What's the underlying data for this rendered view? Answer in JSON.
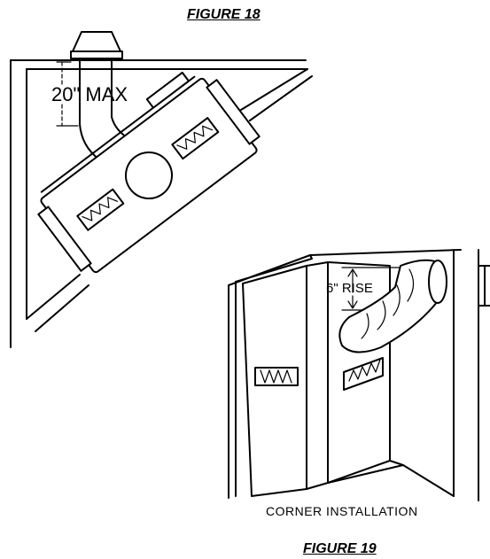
{
  "figure18": {
    "title": "FIGURE 18",
    "dimension_label": "20\" MAX"
  },
  "figure19": {
    "title": "FIGURE 19",
    "dimension_label": "6\" RISE",
    "caption": "CORNER INSTALLATION"
  }
}
